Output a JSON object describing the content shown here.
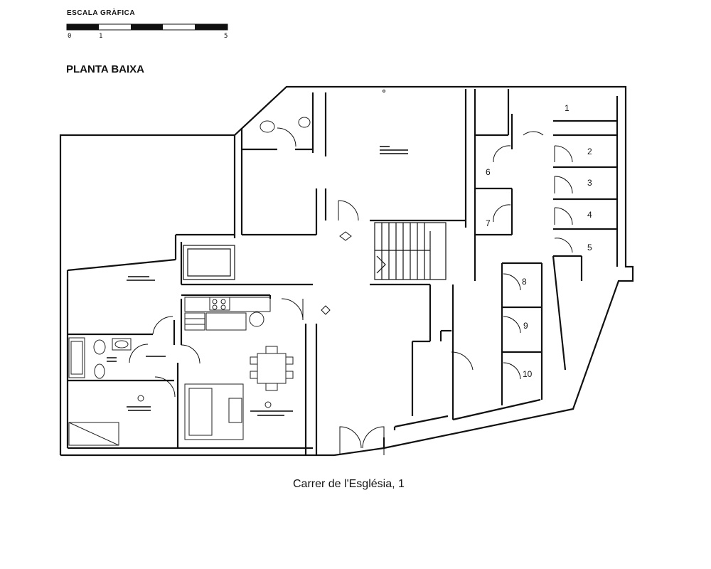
{
  "scale_bar": {
    "title": "ESCALA GRÀFICA",
    "ticks": [
      "0",
      "1",
      "5"
    ]
  },
  "plan_title": "PLANTA BAIXA",
  "address": "Carrer de l'Església, 1",
  "storage_units": [
    "1",
    "2",
    "3",
    "4",
    "5",
    "6",
    "7",
    "8",
    "9",
    "10"
  ]
}
